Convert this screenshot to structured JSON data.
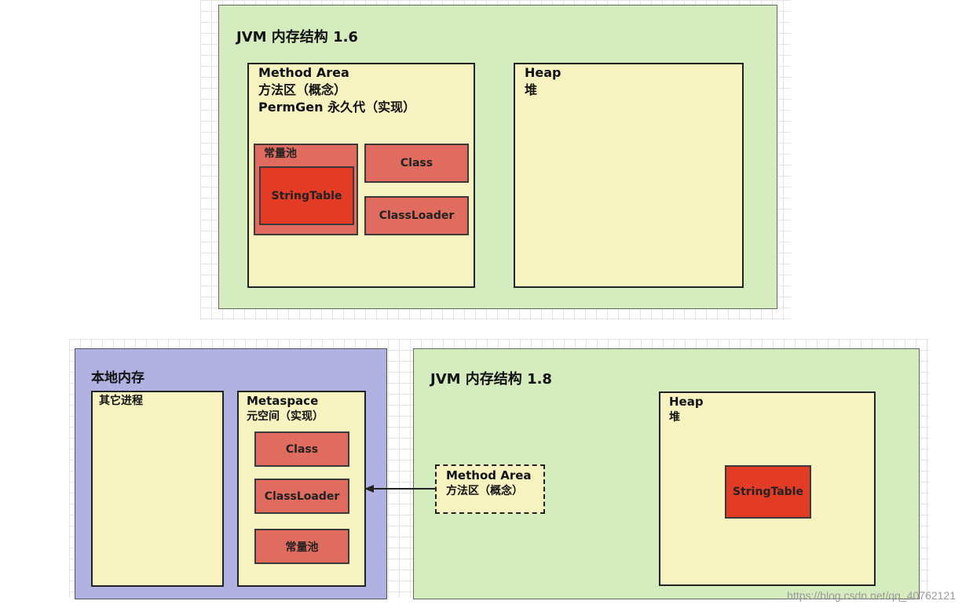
{
  "jvm16": {
    "title": "JVM 内存结构 1.6",
    "method_area": {
      "title": "Method Area",
      "line2": "方法区（概念）",
      "line3": "PermGen 永久代（实现）"
    },
    "constant_pool": {
      "title": "常量池",
      "string_table": "StringTable"
    },
    "class_box": "Class",
    "classloader_box": "ClassLoader",
    "heap": {
      "title": "Heap",
      "subtitle": "堆"
    }
  },
  "native": {
    "title": "本地内存",
    "other_process": "其它进程",
    "metaspace": {
      "title": "Metaspace",
      "subtitle": "元空间（实现）",
      "class_box": "Class",
      "classloader_box": "ClassLoader",
      "constant_pool": "常量池"
    }
  },
  "jvm18": {
    "title": "JVM 内存结构 1.8",
    "method_area": {
      "title": "Method Area",
      "subtitle": "方法区（概念）"
    },
    "heap": {
      "title": "Heap",
      "subtitle": "堆",
      "string_table": "StringTable"
    }
  },
  "watermark": "https://blog.csdn.net/qq_40762121",
  "colors": {
    "green": "#d5ecbf",
    "purple": "#b2b2e2",
    "yellow": "#f7f3c0",
    "red": "#e06b5f",
    "dark_red": "#e33b26"
  }
}
